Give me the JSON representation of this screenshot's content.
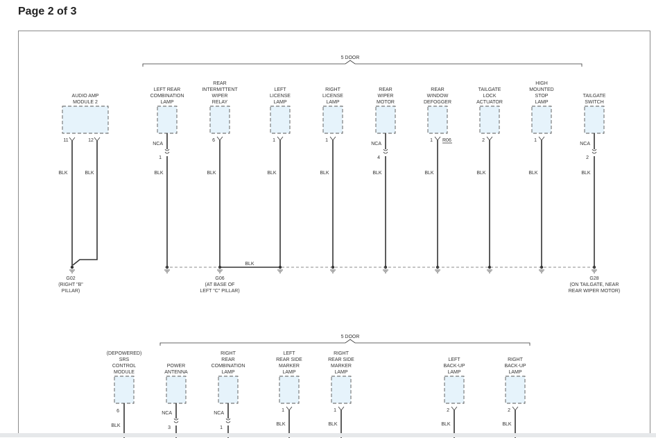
{
  "page": {
    "title": "Page 2 of 3"
  },
  "top": {
    "bracket": "5 DOOR",
    "audio": {
      "label": [
        "AUDIO AMP",
        "MODULE 2"
      ],
      "pins": [
        "11",
        "12"
      ],
      "wires": [
        "BLK",
        "BLK"
      ]
    },
    "components": [
      {
        "id": "lrcl",
        "label": [
          "LEFT REAR",
          "COMBINATION",
          "LAMP"
        ],
        "nca": "NCA",
        "pin": "1",
        "wire": "BLK"
      },
      {
        "id": "riwr",
        "label": [
          "REAR",
          "INTERMITTENT",
          "WIPER",
          "RELAY"
        ],
        "pin": "6",
        "wire": "BLK"
      },
      {
        "id": "lll",
        "label": [
          "LEFT",
          "LICENSE",
          "LAMP"
        ],
        "pin": "1",
        "wire": "BLK"
      },
      {
        "id": "rll",
        "label": [
          "RIGHT",
          "LICENSE",
          "LAMP"
        ],
        "pin": "1",
        "wire": "BLK"
      },
      {
        "id": "rwm",
        "label": [
          "REAR",
          "WIPER",
          "MOTOR"
        ],
        "nca": "NCA",
        "pin": "4",
        "wire": "BLK"
      },
      {
        "id": "rwd",
        "label": [
          "REAR",
          "WINDOW",
          "DEFOGGER"
        ],
        "pin": "1",
        "ref": "R06",
        "wire": "BLK"
      },
      {
        "id": "tla",
        "label": [
          "TAILGATE",
          "LOCK",
          "ACTUATOR"
        ],
        "pin": "2",
        "wire": "BLK"
      },
      {
        "id": "hmsl",
        "label": [
          "HIGH",
          "MOUNTED",
          "STOP",
          "LAMP"
        ],
        "pin": "1",
        "wire": "BLK"
      },
      {
        "id": "tgs",
        "label": [
          "TAILGATE",
          "SWITCH"
        ],
        "nca": "NCA",
        "pin": "2",
        "wire": "BLK"
      }
    ],
    "ground_wire": "BLK",
    "grounds": [
      {
        "id": "g02",
        "lines": [
          "G02",
          "(RIGHT \"B\"",
          "PILLAR)"
        ]
      },
      {
        "id": "g06",
        "lines": [
          "G06",
          "(AT BASE OF",
          "LEFT \"C\" PILLAR)"
        ]
      },
      {
        "id": "g28",
        "lines": [
          "G28",
          "(ON TAILGATE, NEAR",
          "REAR WIPER MOTOR)"
        ]
      }
    ]
  },
  "bottom": {
    "bracket": "5 DOOR",
    "components": [
      {
        "id": "srs",
        "label": [
          "(DEPOWERED)",
          "SRS",
          "CONTROL",
          "MODULE"
        ],
        "pin": "6",
        "wire": "BLK"
      },
      {
        "id": "pa",
        "label": [
          "POWER",
          "ANTENNA"
        ],
        "nca": "NCA",
        "pin": "3"
      },
      {
        "id": "rrcl",
        "label": [
          "RIGHT",
          "REAR",
          "COMBINATION",
          "LAMP"
        ],
        "nca": "NCA",
        "pin": "1"
      },
      {
        "id": "lrsm",
        "label": [
          "LEFT",
          "REAR SIDE",
          "MARKER",
          "LAMP"
        ],
        "pin": "1",
        "wire": "BLK"
      },
      {
        "id": "rrsm",
        "label": [
          "RIGHT",
          "REAR SIDE",
          "MARKER",
          "LAMP"
        ],
        "pin": "1",
        "wire": "BLK"
      },
      {
        "id": "lbu",
        "label": [
          "LEFT",
          "BACK-UP",
          "LAMP"
        ],
        "pin": "2",
        "wire": "BLK"
      },
      {
        "id": "rbu",
        "label": [
          "RIGHT",
          "BACK-UP",
          "LAMP"
        ],
        "pin": "2",
        "wire": "BLK"
      }
    ]
  }
}
